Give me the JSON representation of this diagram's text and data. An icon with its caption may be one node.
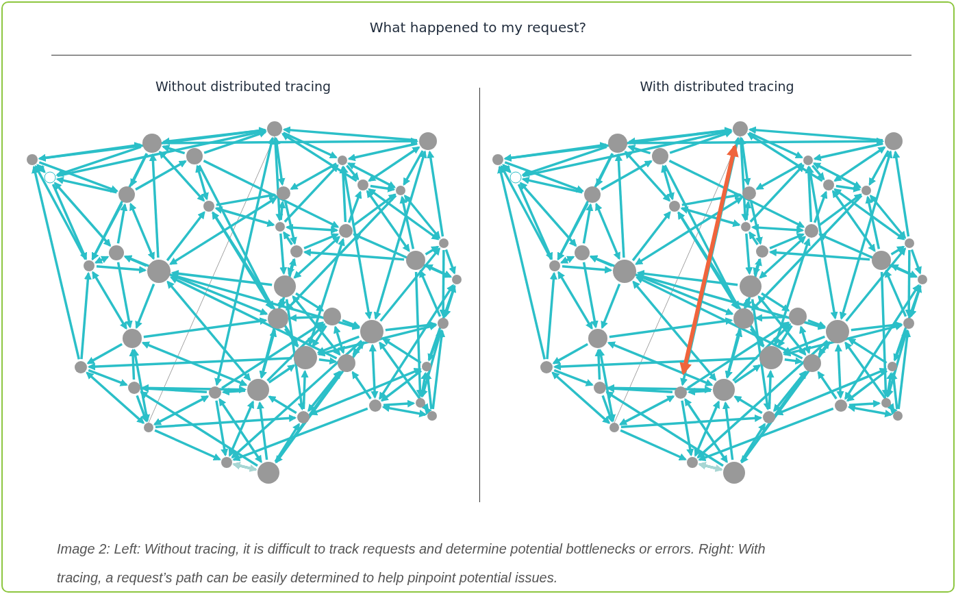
{
  "diagram": {
    "title": "What happened to my request?",
    "labels": [
      "Without distributed tracing",
      "With distributed tracing"
    ],
    "caption": "Image 2: Left: Without tracing, it is difficult to track requests and determine potential bottlenecks or errors. Right: With tracing, a request’s path can be easily determined to help pinpoint potential issues."
  }
}
